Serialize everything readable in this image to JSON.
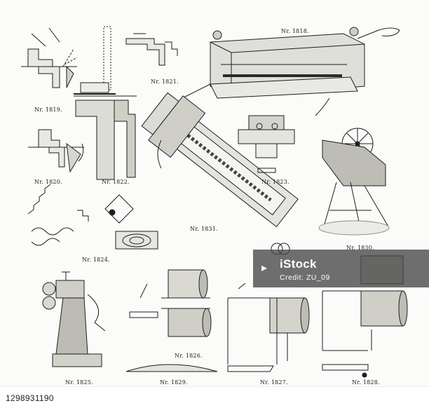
{
  "figures": {
    "f1818": "Nr. 1818.",
    "f1819": "Nr. 1819.",
    "f1820": "Nr. 1820.",
    "f1821": "Nr. 1821.",
    "f1822": "Nr. 1822.",
    "f1823": "Nr. 1823.",
    "f1824": "Nr. 1824.",
    "f1825": "Nr. 1825.",
    "f1826": "Nr. 1826.",
    "f1827": "Nr. 1827.",
    "f1828": "Nr. 1828.",
    "f1829": "Nr. 1829.",
    "f1830": "Nr. 1830.",
    "f1831": "Nr. 1831."
  },
  "watermark": {
    "brand": "iStock",
    "credit": "Credit: ZU_09"
  },
  "footer": {
    "image_id": "1298931190"
  },
  "colors": {
    "ink": "#1e1e1e",
    "paper": "#fbfbf9",
    "watermark_bg": "#464646"
  }
}
